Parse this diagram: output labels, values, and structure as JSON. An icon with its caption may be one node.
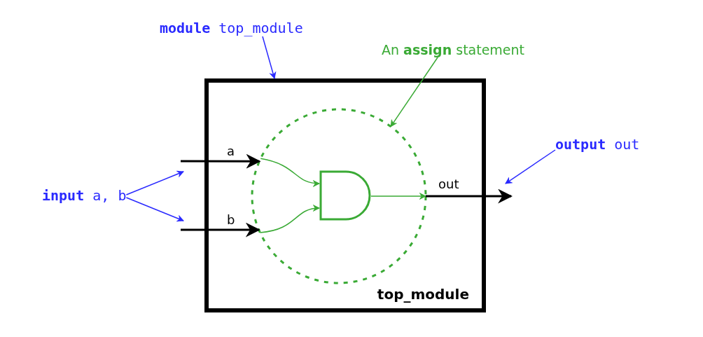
{
  "diagram": {
    "nodes": [
      {
        "text": [
          "top_module"
        ]
      },
      {
        "text": [],
        "shape": "circle",
        "in": 0
      },
      {
        "text": [],
        "shape": "gate",
        "in": 1
      },
      {
        "text": [
          "**module** top_module"
        ]
      },
      {
        "text": [
          "An **assign** statement"
        ]
      },
      {
        "text": [
          "**input** a, b"
        ]
      },
      {
        "text": [
          "**output** out"
        ]
      }
    ],
    "edges": [
      {
        "from": null,
        "to": 1,
        "arrow": "to",
        "label": "a",
        "color": "#000000"
      },
      {
        "from": 1,
        "to": 2,
        "arrow": "to",
        "color": "#3aaa35"
      },
      {
        "from": null,
        "to": 1,
        "arrow": "to",
        "label": "b",
        "color": "#000000"
      },
      {
        "from": 1,
        "to": 2,
        "arrow": "to",
        "color": "#3aaa35"
      },
      {
        "from": 2,
        "to": 1,
        "arrow": "to",
        "color": "#3aaa35"
      },
      {
        "from": 1,
        "to": null,
        "arrow": "to",
        "label": "out",
        "color": "#000000"
      },
      {
        "from": 3,
        "to": 0,
        "arrow": "to",
        "color": "#2a2aff"
      },
      {
        "from": 4,
        "to": 1,
        "arrow": "to",
        "color": "#3aaa35"
      },
      {
        "from": 5,
        "to": null,
        "arrow": "to",
        "color": "#2a2aff"
      },
      {
        "from": 5,
        "to": null,
        "arrow": "to",
        "color": "#2a2aff"
      },
      {
        "from": 6,
        "to": null,
        "arrow": "to",
        "color": "#2a2aff"
      }
    ]
  }
}
